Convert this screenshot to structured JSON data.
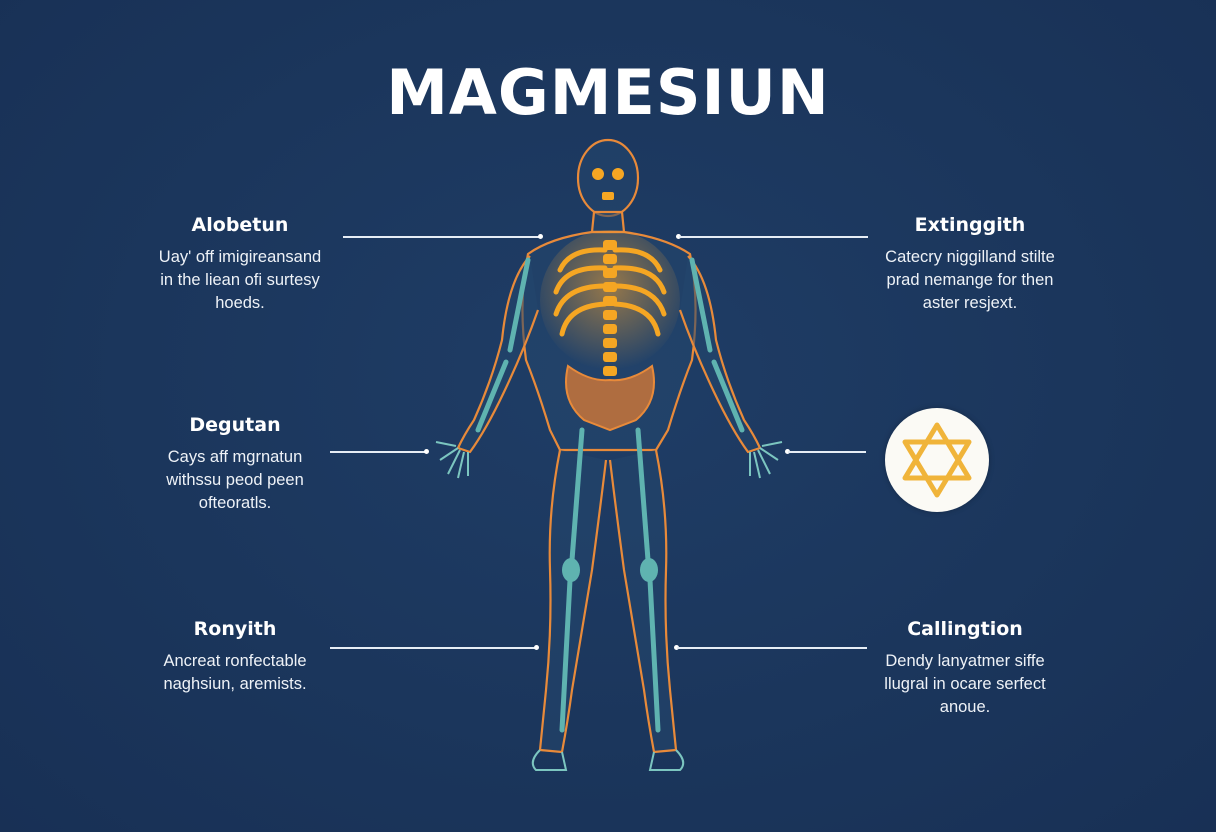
{
  "title": "MAGMESIUN",
  "annotations": {
    "top_left": {
      "heading": "Alobetun",
      "lines": [
        "Uay' off imigireansand",
        "in the liean ofi surtesy",
        "hoeds."
      ]
    },
    "mid_left": {
      "heading": "Degutan",
      "lines": [
        "Cays aff mgrnatun",
        "withssu peod peen",
        "ofteoratls."
      ]
    },
    "bottom_left": {
      "heading": "Ronyith",
      "lines": [
        "Ancreat ronfectable",
        "naghsiun, aremists."
      ]
    },
    "top_right": {
      "heading": "Extinggith",
      "lines": [
        "Catecry niggilland stilte",
        "prad nemange for then",
        "aster resjext."
      ]
    },
    "bottom_right": {
      "heading": "Callingtion",
      "lines": [
        "Dendy lanyatmer siffe",
        "llugral in ocare serfect",
        "anoue."
      ]
    }
  },
  "icons": {
    "figure": "human-skeleton-figure-icon",
    "badge": "star-of-david-icon"
  },
  "colors": {
    "background": "#1b365c",
    "outline_orange": "#e88a3a",
    "bone_teal": "#5fb3b0",
    "organ_orange": "#f5a623",
    "badge_gold": "#f0b43a"
  }
}
